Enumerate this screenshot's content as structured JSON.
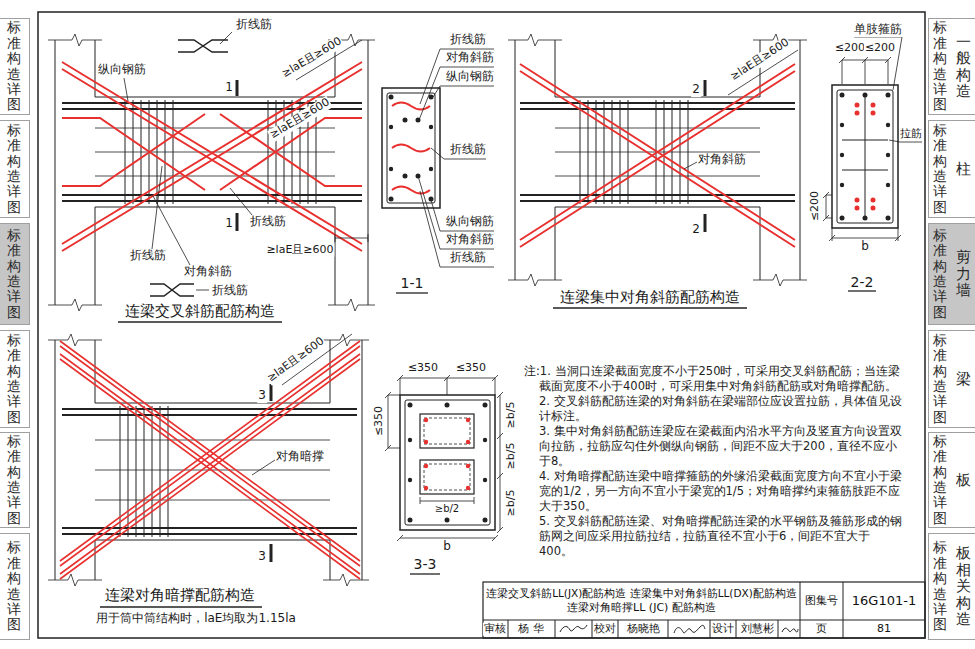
{
  "diagram": {
    "nodes": [
      {
        "text": [
          "标准构造详图"
        ]
      },
      {
        "text": [
          "标准构造详图"
        ]
      },
      {
        "text": [
          "标准构造详图"
        ]
      },
      {
        "text": [
          "标准构造详图"
        ]
      },
      {
        "text": [
          "标准构造详图"
        ]
      },
      {
        "text": [
          "标准构造详图"
        ]
      },
      {
        "text": [
          "标准构造详图",
          "一般构造"
        ]
      },
      {
        "text": [
          "标准构造详图",
          "柱"
        ]
      },
      {
        "text": [
          "标准构造详图",
          "剪力墙"
        ]
      },
      {
        "text": [
          "标准构造详图",
          "梁"
        ]
      },
      {
        "text": [
          "标准构造详图",
          "板"
        ]
      },
      {
        "text": [
          "标准构造详图",
          "板相关构造"
        ]
      },
      {
        "text": [
          "连梁交叉斜筋LL(JX)配筋构造 连梁集中对角斜筋LL(DX)配筋构造",
          "连梁对角暗撑LL (JC) 配筋构造"
        ]
      },
      {
        "text": [
          "图集号"
        ]
      },
      {
        "text": [
          "16G101-1"
        ]
      },
      {
        "text": [
          "页"
        ]
      },
      {
        "text": [
          "81"
        ]
      }
    ],
    "labels": [
      "折线筋",
      "纵向钢筋",
      "1",
      "≥laE且≥600",
      "≥laE且≥600",
      "折线筋",
      "≥laE且≥600",
      "折线筋",
      "对角斜筋",
      "1",
      "折线筋",
      "连梁交叉斜筋配筋构造",
      "折线筋",
      "对角斜筋",
      "纵向钢筋",
      "折线筋",
      "纵向钢筋",
      "对角斜筋",
      "折线筋",
      "1-1",
      "单肢箍筋",
      "2",
      "≥laE且≥600",
      "对角斜筋",
      "2",
      "连梁集中对角斜筋配筋构造",
      "≤200",
      "≤200",
      "拉筋",
      "≤200",
      "b",
      "2-2",
      "3",
      "≥laE且≥600",
      "对角暗撑",
      "3",
      "连梁对角暗撑配筋构造",
      "用于筒中筒结构时，laE均取为1.15la",
      "≤350",
      "≤350",
      "≤350",
      "≥b/5",
      "≥b/5",
      "≥b/5",
      "≥b/2",
      "b",
      "3-3",
      "注:1. 当洞口连梁截面宽度不小于250时，可采用交叉斜筋配筋；当连梁截面宽度不小于400时，可采用集中对角斜筋配筋或对角暗撑配筋。",
      "2. 交叉斜筋配筋连梁的对角斜筋在梁端部位应设置拉筋，具体值见设计标注。",
      "3. 集中对角斜筋配筋连梁应在梁截面内沿水平方向及竖直方向设置双向拉筋，拉筋应勾住外侧纵向钢筋，间距不应大于200，直径不应小于8。",
      "4. 对角暗撑配筋连梁中暗撑箍筋的外缘沿梁截面宽度方向不宜小于梁宽的1/2，另一方向不宜小于梁宽的1/5；对角暗撑约束箍筋肢距不应大于350。",
      "5. 交叉斜筋配筋连梁、对角暗撑配筋连梁的水平钢筋及箍筋形成的钢筋网之间应采用拉筋拉结，拉筋直径不宜小于6，间距不宜大于400。",
      "审核",
      "杨 华",
      "校对",
      "杨晓艳",
      "设计",
      "刘慧彬"
    ]
  }
}
